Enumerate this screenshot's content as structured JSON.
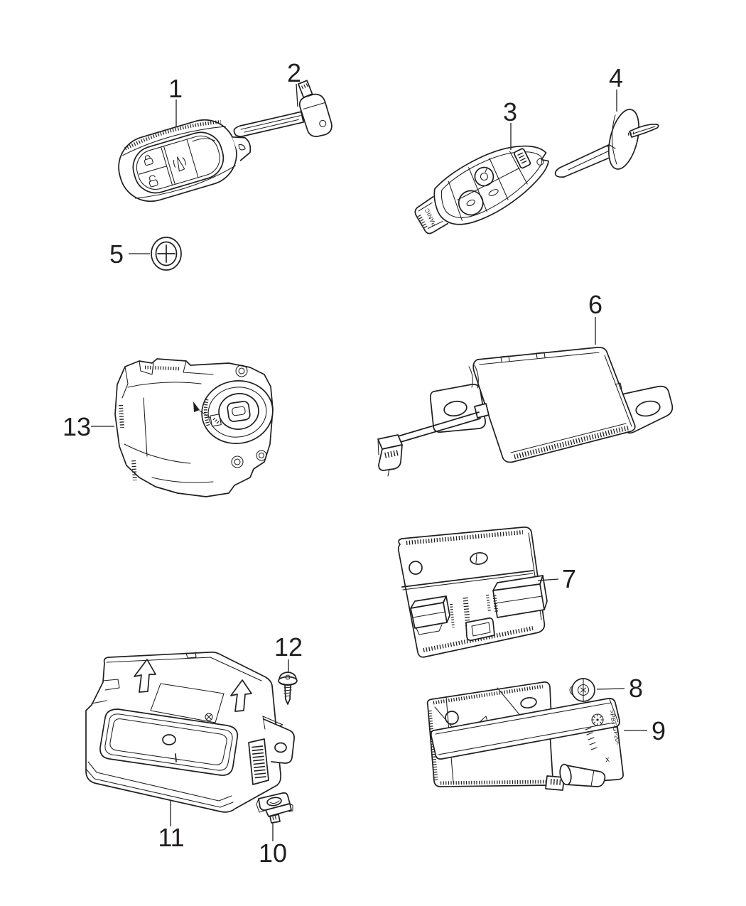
{
  "figure": {
    "background_color": "#ffffff",
    "line_color": "#211e1e"
  },
  "callouts": [
    {
      "number": "1",
      "part": "key-fob-3-button"
    },
    {
      "number": "2",
      "part": "emergency-key-blade"
    },
    {
      "number": "3",
      "part": "fobik-key-fob"
    },
    {
      "number": "4",
      "part": "mechanical-key"
    },
    {
      "number": "5",
      "part": "grommet-seal"
    },
    {
      "number": "6",
      "part": "receiver-module"
    },
    {
      "number": "7",
      "part": "mounting-bracket"
    },
    {
      "number": "8",
      "part": "push-pin-retainer"
    },
    {
      "number": "9",
      "part": "antenna-module"
    },
    {
      "number": "10",
      "part": "u-nut-clip"
    },
    {
      "number": "11",
      "part": "keyless-entry-module"
    },
    {
      "number": "12",
      "part": "mounting-screw"
    },
    {
      "number": "13",
      "part": "ignition-switch-module"
    }
  ],
  "markings": {
    "fob_panic_label": "PANIC",
    "antenna_material_stamp": ">PBT-GF20<",
    "antenna_position_mark": "x"
  }
}
